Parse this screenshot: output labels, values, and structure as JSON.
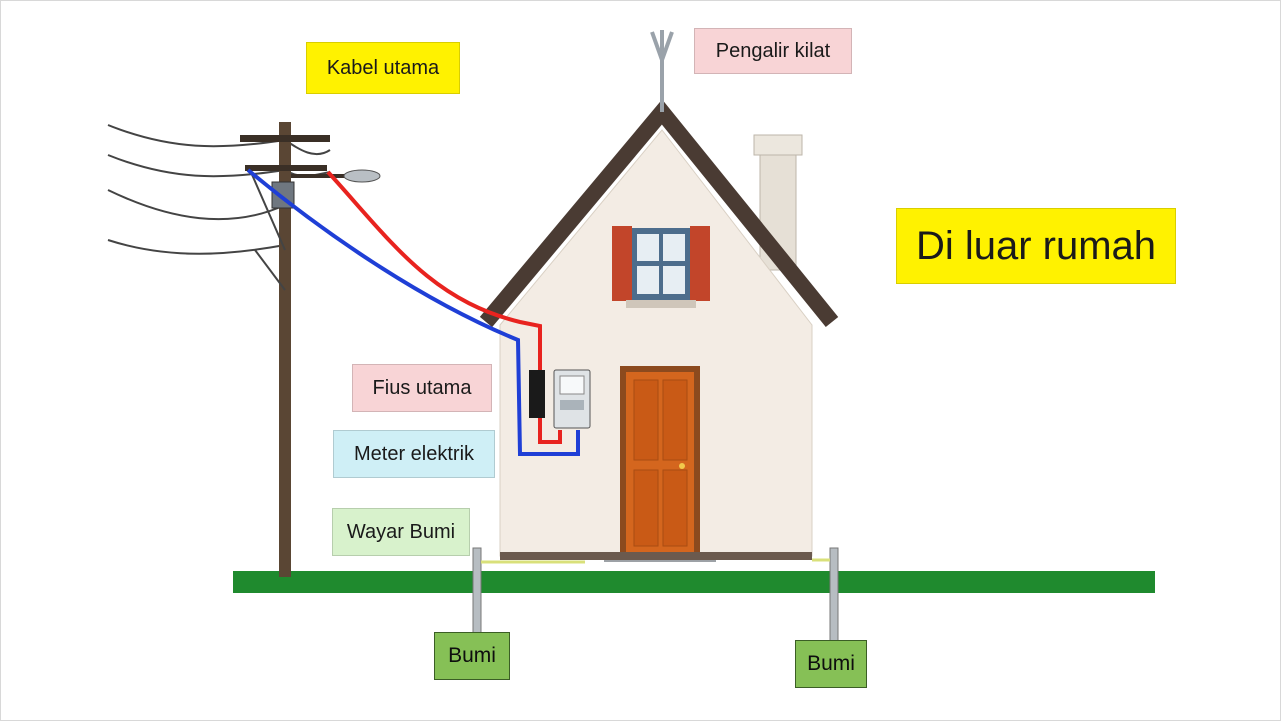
{
  "labels": {
    "main_cable": "Kabel utama",
    "lightning_rod": "Pengalir kilat",
    "outside_house": "Di luar rumah",
    "main_fuse": "Fius utama",
    "electric_meter": "Meter elektrik",
    "earth_wire": "Wayar Bumi",
    "earth_left": "Bumi",
    "earth_right": "Bumi"
  },
  "colors": {
    "live_wire": "#e8231f",
    "neutral_wire": "#1f3fd6",
    "ground": "#1f8a2e",
    "house_wall": "#f3ece4",
    "roof": "#4a3b33",
    "door": "#d4661e",
    "shutter": "#c2452a",
    "pole": "#5a4634"
  }
}
